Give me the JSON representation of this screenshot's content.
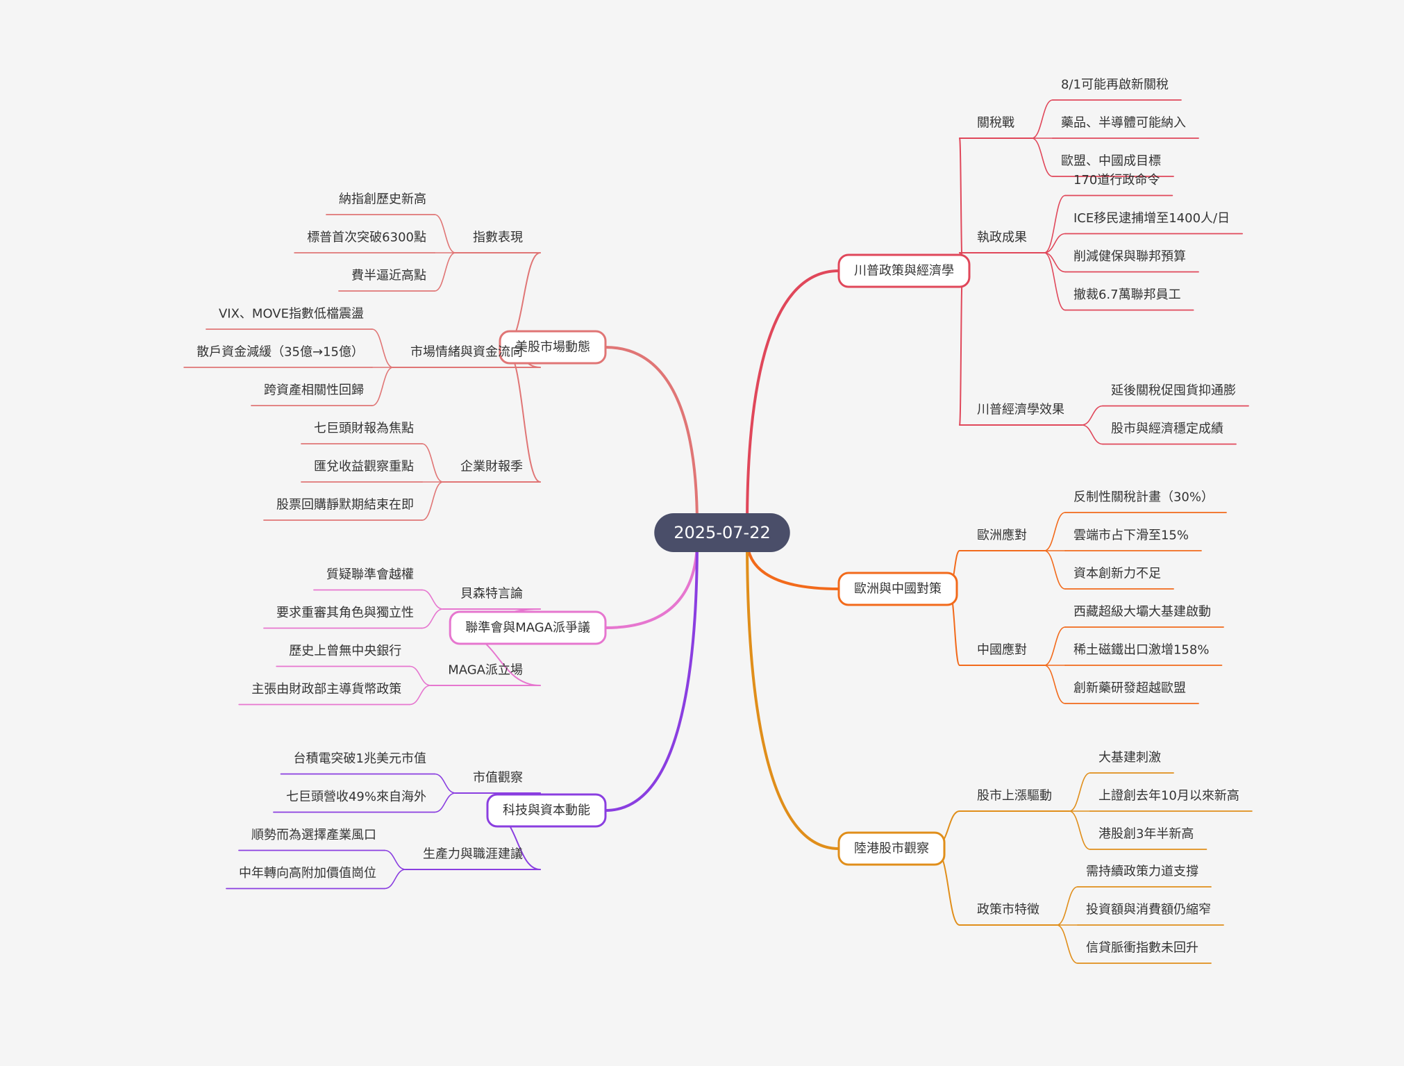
{
  "root": {
    "label": "2025-07-22",
    "color": "#4a4e69"
  },
  "branches": [
    {
      "label": "川普政策與經濟學",
      "color": "#e0475a",
      "side": "right",
      "children": [
        {
          "label": "關稅戰",
          "children": [
            "8/1可能再啟新關稅",
            "藥品、半導體可能納入",
            "歐盟、中國成目標"
          ]
        },
        {
          "label": "執政成果",
          "children": [
            "170道行政命令",
            "ICE移民逮捕增至1400人/日",
            "削減健保與聯邦預算",
            "撤裁6.7萬聯邦員工"
          ]
        },
        {
          "label": "川普經濟學效果",
          "children": [
            "延後關稅促囤貨抑通膨",
            "股市與經濟穩定成績"
          ]
        }
      ]
    },
    {
      "label": "歐洲與中國對策",
      "color": "#f26a1b",
      "side": "right",
      "children": [
        {
          "label": "歐洲應對",
          "children": [
            "反制性關稅計畫（30%）",
            "雲端市占下滑至15%",
            "資本創新力不足"
          ]
        },
        {
          "label": "中國應對",
          "children": [
            "西藏超級大壩大基建啟動",
            "稀土磁鐵出口激增158%",
            "創新藥研發超越歐盟"
          ]
        }
      ]
    },
    {
      "label": "陸港股市觀察",
      "color": "#e08e1a",
      "side": "right",
      "children": [
        {
          "label": "股市上漲驅動",
          "children": [
            "大基建刺激",
            "上證創去年10月以來新高",
            "港股創3年半新高"
          ]
        },
        {
          "label": "政策市特徵",
          "children": [
            "需持續政策力道支撐",
            "投資額與消費額仍縮窄",
            "信貸脈衝指數未回升"
          ]
        }
      ]
    },
    {
      "label": "美股市場動態",
      "color": "#e07575",
      "side": "left",
      "children": [
        {
          "label": "指數表現",
          "children": [
            "納指創歷史新高",
            "標普首次突破6300點",
            "費半逼近高點"
          ]
        },
        {
          "label": "市場情緒與資金流向",
          "children": [
            "VIX、MOVE指數低檔震盪",
            "散戶資金減緩（35億→15億）",
            "跨資產相關性回歸"
          ]
        },
        {
          "label": "企業財報季",
          "children": [
            "七巨頭財報為焦點",
            "匯兌收益觀察重點",
            "股票回購靜默期結束在即"
          ]
        }
      ]
    },
    {
      "label": "聯準會與MAGA派爭議",
      "color": "#e676cf",
      "side": "left",
      "children": [
        {
          "label": "貝森特言論",
          "children": [
            "質疑聯準會越權",
            "要求重審其角色與獨立性"
          ]
        },
        {
          "label": "MAGA派立場",
          "children": [
            "歷史上曾無中央銀行",
            "主張由財政部主導貨幣政策"
          ]
        }
      ]
    },
    {
      "label": "科技與資本動能",
      "color": "#8a3ee0",
      "side": "left",
      "children": [
        {
          "label": "市值觀察",
          "children": [
            "台積電突破1兆美元市值",
            "七巨頭營收49%來自海外"
          ]
        },
        {
          "label": "生產力與職涯建議",
          "children": [
            "順勢而為選擇產業風口",
            "中年轉向高附加價值崗位"
          ]
        }
      ]
    }
  ]
}
